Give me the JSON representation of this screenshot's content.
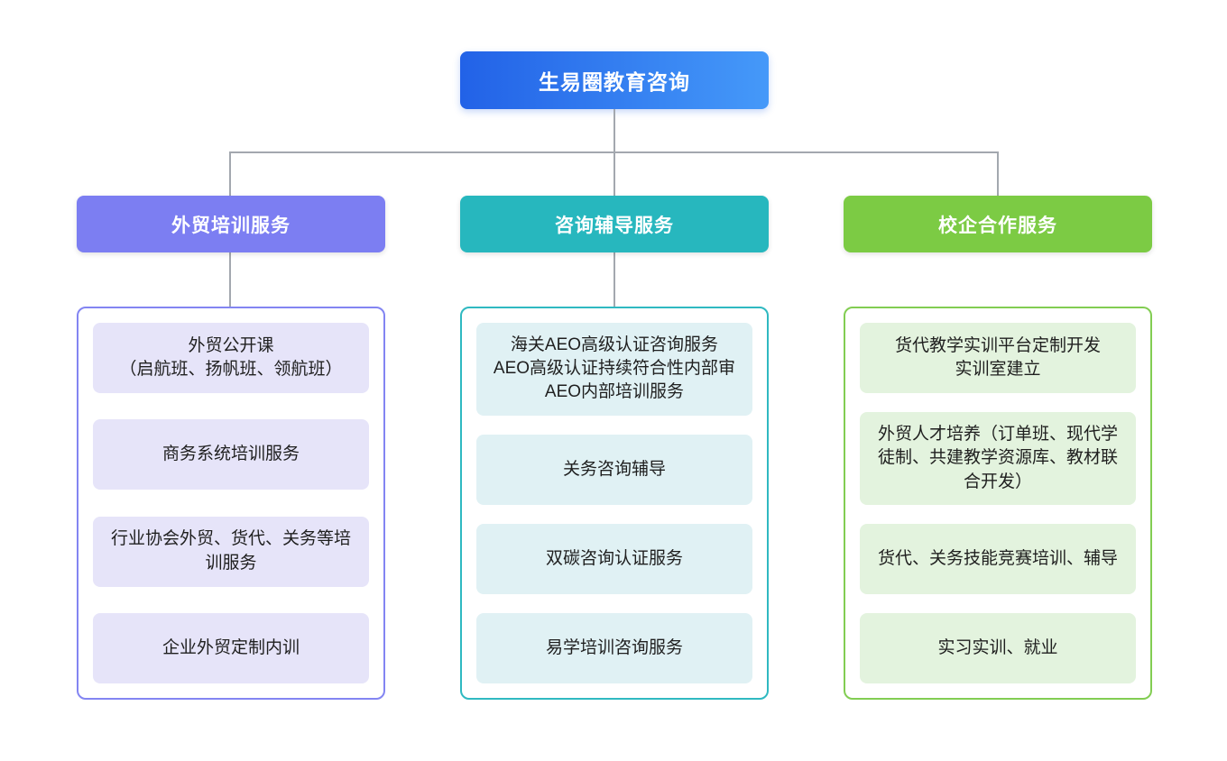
{
  "diagram": {
    "type": "org-chart",
    "root": {
      "label": "生易圈教育咨询",
      "gradient_from": "#2262E7",
      "gradient_to": "#4599F9",
      "text_color": "#FFFFFF"
    },
    "connector_color": "#A3A8AF",
    "branches": [
      {
        "label": "外贸培训服务",
        "header_bg": "#7C7EF2",
        "container_border": "#8385F2",
        "card_bg": "#E6E4F9",
        "items": [
          "外贸公开课\n（启航班、扬帆班、领航班）",
          "商务系统培训服务",
          "行业协会外贸、货代、关务等培训服务",
          "企业外贸定制内训"
        ]
      },
      {
        "label": "咨询辅导服务",
        "header_bg": "#27B7BE",
        "container_border": "#2FB9C1",
        "card_bg": "#E0F1F4",
        "items": [
          "海关AEO高级认证咨询服务\nAEO高级认证持续符合性内部审\nAEO内部培训服务",
          "关务咨询辅导",
          "双碳咨询认证服务",
          "易学培训咨询服务"
        ]
      },
      {
        "label": "校企合作服务",
        "header_bg": "#7CCB44",
        "container_border": "#82CD52",
        "card_bg": "#E3F3DE",
        "items": [
          "货代教学实训平台定制开发\n实训室建立",
          "外贸人才培养（订单班、现代学徒制、共建教学资源库、教材联合开发）",
          "货代、关务技能竞赛培训、辅导",
          "实习实训、就业"
        ]
      }
    ]
  }
}
